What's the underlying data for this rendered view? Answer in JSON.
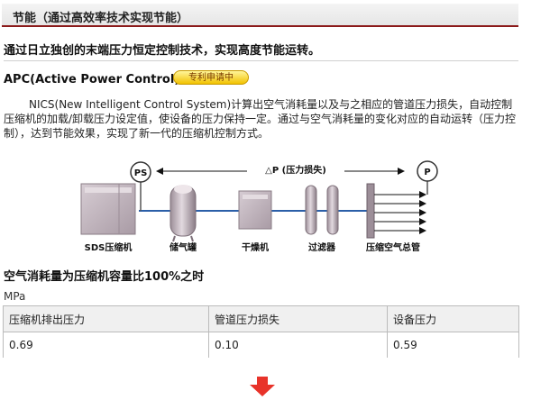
{
  "header": {
    "title": "节能（通过高效率技术实现节能）"
  },
  "intro": "通过日立独创的末端压力恒定控制技术，实现高度节能运转。",
  "apc": {
    "title": "APC(Active Power Control)",
    "badge": "专利申请中",
    "description": "NICS(New Intelligent Control System)计算出空气消耗量以及与之相应的管道压力损失，自动控制压缩机的加载/卸载压力设定值，使设备的压力保持一定。通过与空气消耗量的变化对应的自动运转（压力控制），达到节能效果，实现了新一代的压缩机控制方式。"
  },
  "diagram": {
    "ps_label": "PS",
    "p_label": "P",
    "delta_label": "△P (压力损失)",
    "components": [
      "SDS压缩机",
      "储气罐",
      "干燥机",
      "过滤器",
      "压缩空气总管"
    ],
    "colors": {
      "machine": "#c8bcc4",
      "machine_dark": "#a89aa4",
      "pipe": "#2b5fa8"
    }
  },
  "ratio": {
    "title": "空气消耗量为压缩机容量比100%之时",
    "unit": "MPa"
  },
  "table": {
    "headers": [
      "压缩机排出压力",
      "管道压力损失",
      "设备压力"
    ],
    "values": [
      "0.69",
      "0.10",
      "0.59"
    ]
  },
  "colors": {
    "accent": "#8b1a1a",
    "arrow": "#e8332a"
  }
}
